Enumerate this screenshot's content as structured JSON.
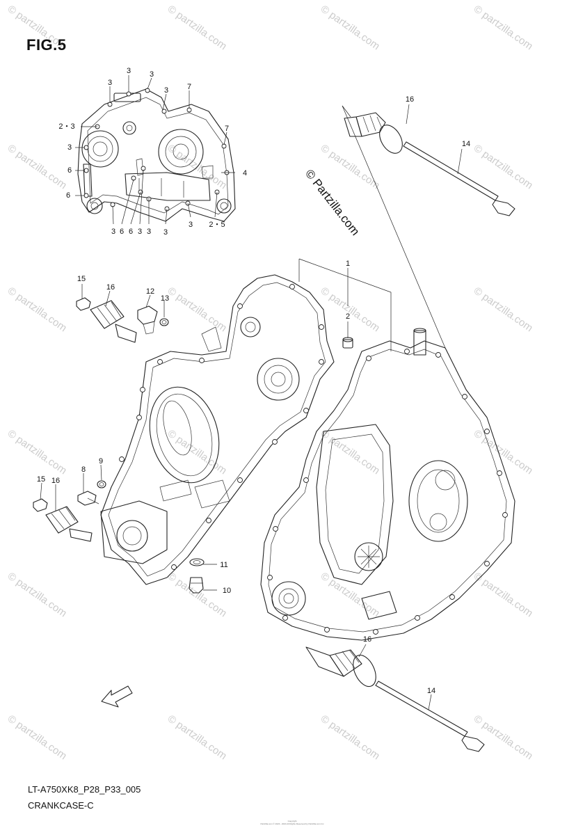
{
  "figure": {
    "title": "FIG.5",
    "model_code": "LT-A750XK8_P28_P33_005",
    "section_name": "CRANKCASE-C",
    "copyright_line1": "Copyright",
    "copyright_line2": "Partzilla.com © 2023 - 2024 All Rights Reserved by Partzilla.com Inc",
    "brand_mark": "© Partzilla.com",
    "fwd_label": "FWD"
  },
  "watermark": {
    "text": "© partzilla.com",
    "color": "#cccccc"
  },
  "inset_callouts": [
    {
      "id": "inset-3-a",
      "label": "3"
    },
    {
      "id": "inset-3-b",
      "label": "3"
    },
    {
      "id": "inset-3-c",
      "label": "3"
    },
    {
      "id": "inset-3-d",
      "label": "3"
    },
    {
      "id": "inset-7-a",
      "label": "7"
    },
    {
      "id": "inset-7-b",
      "label": "7"
    },
    {
      "id": "inset-2-3",
      "label": "2・3"
    },
    {
      "id": "inset-3-e",
      "label": "3"
    },
    {
      "id": "inset-6-a",
      "label": "6"
    },
    {
      "id": "inset-6-b",
      "label": "6"
    },
    {
      "id": "inset-4",
      "label": "4"
    },
    {
      "id": "inset-bottom-3a",
      "label": "3"
    },
    {
      "id": "inset-bottom-6a",
      "label": "6"
    },
    {
      "id": "inset-bottom-6b",
      "label": "6"
    },
    {
      "id": "inset-bottom-3b",
      "label": "3"
    },
    {
      "id": "inset-bottom-3c",
      "label": "3"
    },
    {
      "id": "inset-bottom-3d",
      "label": "3"
    },
    {
      "id": "inset-bottom-3e",
      "label": "3"
    },
    {
      "id": "inset-2-5",
      "label": "2・5"
    }
  ],
  "part_callouts": [
    {
      "id": "part-1",
      "label": "1"
    },
    {
      "id": "part-2",
      "label": "2"
    },
    {
      "id": "part-8",
      "label": "8"
    },
    {
      "id": "part-9",
      "label": "9"
    },
    {
      "id": "part-10",
      "label": "10"
    },
    {
      "id": "part-11",
      "label": "11"
    },
    {
      "id": "part-12",
      "label": "12"
    },
    {
      "id": "part-13",
      "label": "13"
    },
    {
      "id": "part-14-top",
      "label": "14"
    },
    {
      "id": "part-14-bottom",
      "label": "14"
    },
    {
      "id": "part-15-top",
      "label": "15"
    },
    {
      "id": "part-15-bottom",
      "label": "15"
    },
    {
      "id": "part-16-top-right",
      "label": "16"
    },
    {
      "id": "part-16-top-left",
      "label": "16"
    },
    {
      "id": "part-16-left",
      "label": "16"
    },
    {
      "id": "part-16-bottom",
      "label": "16"
    }
  ]
}
